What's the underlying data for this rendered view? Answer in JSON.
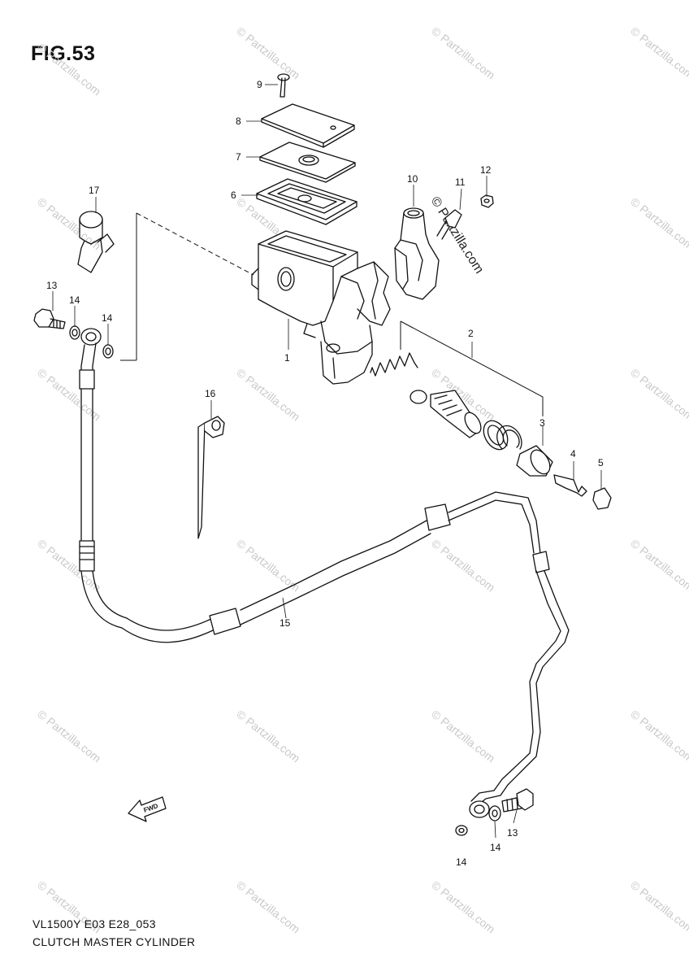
{
  "figure": {
    "title": "FIG.53"
  },
  "footer": {
    "model_code": "VL1500Y E03 E28_053",
    "diagram_name": "CLUTCH MASTER CYLINDER"
  },
  "watermark": {
    "text": "© Partzilla.com"
  },
  "direction_arrow": {
    "label": "FWD"
  },
  "callouts": [
    {
      "id": "c1",
      "label": "1"
    },
    {
      "id": "c2",
      "label": "2"
    },
    {
      "id": "c3",
      "label": "3"
    },
    {
      "id": "c4",
      "label": "4"
    },
    {
      "id": "c5",
      "label": "5"
    },
    {
      "id": "c6",
      "label": "6"
    },
    {
      "id": "c7",
      "label": "7"
    },
    {
      "id": "c8",
      "label": "8"
    },
    {
      "id": "c9",
      "label": "9"
    },
    {
      "id": "c10",
      "label": "10"
    },
    {
      "id": "c11",
      "label": "11"
    },
    {
      "id": "c12",
      "label": "12"
    },
    {
      "id": "c13a",
      "label": "13"
    },
    {
      "id": "c13b",
      "label": "13"
    },
    {
      "id": "c14a",
      "label": "14"
    },
    {
      "id": "c14b",
      "label": "14"
    },
    {
      "id": "c14c",
      "label": "14"
    },
    {
      "id": "c14d",
      "label": "14"
    },
    {
      "id": "c15",
      "label": "15"
    },
    {
      "id": "c16",
      "label": "16"
    },
    {
      "id": "c17",
      "label": "17"
    }
  ]
}
